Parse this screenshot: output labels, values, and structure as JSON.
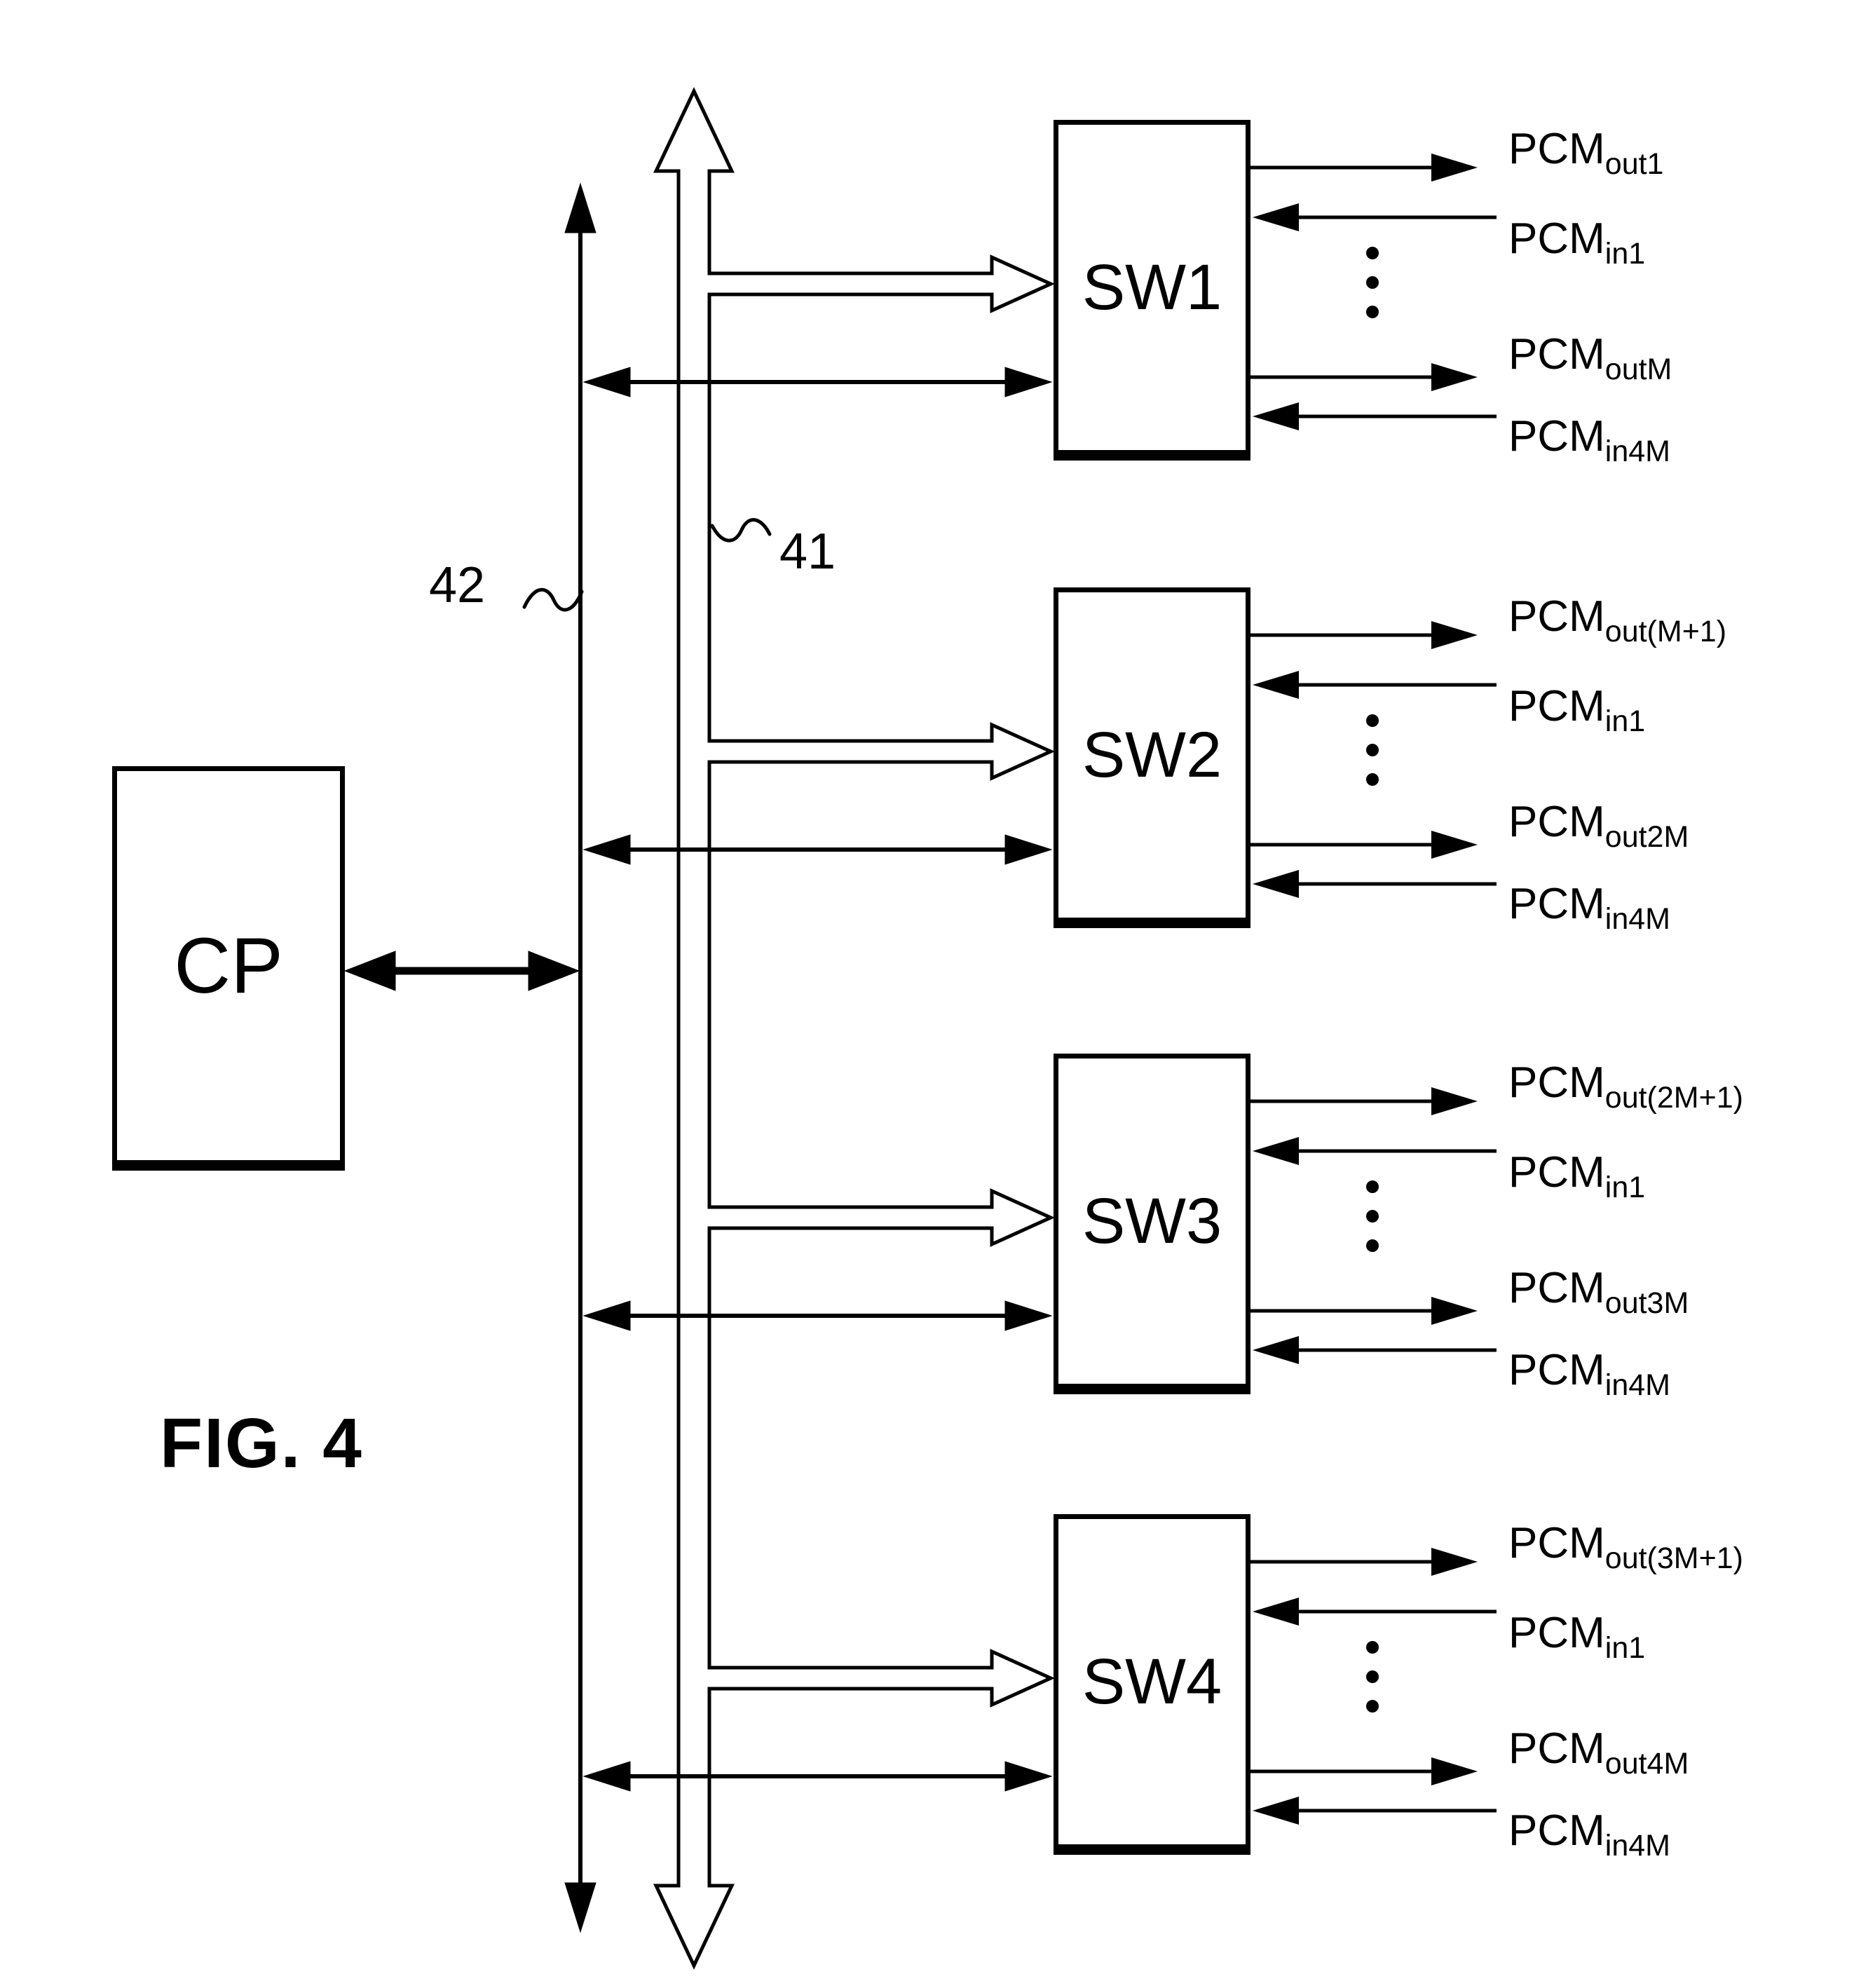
{
  "figure": {
    "caption": "FIG. 4",
    "cp_label": "CP",
    "bus_ref": "41",
    "line_ref": "42"
  },
  "switches": [
    {
      "name": "SW1",
      "ports": [
        {
          "main": "PCM",
          "sub": "out1",
          "direction": "out"
        },
        {
          "main": "PCM",
          "sub": "in1",
          "direction": "in"
        },
        {
          "main": "PCM",
          "sub": "outM",
          "direction": "out"
        },
        {
          "main": "PCM",
          "sub": "in4M",
          "direction": "in"
        }
      ]
    },
    {
      "name": "SW2",
      "ports": [
        {
          "main": "PCM",
          "sub": "out(M+1)",
          "direction": "out"
        },
        {
          "main": "PCM",
          "sub": "in1",
          "direction": "in"
        },
        {
          "main": "PCM",
          "sub": "out2M",
          "direction": "out"
        },
        {
          "main": "PCM",
          "sub": "in4M",
          "direction": "in"
        }
      ]
    },
    {
      "name": "SW3",
      "ports": [
        {
          "main": "PCM",
          "sub": "out(2M+1)",
          "direction": "out"
        },
        {
          "main": "PCM",
          "sub": "in1",
          "direction": "in"
        },
        {
          "main": "PCM",
          "sub": "out3M",
          "direction": "out"
        },
        {
          "main": "PCM",
          "sub": "in4M",
          "direction": "in"
        }
      ]
    },
    {
      "name": "SW4",
      "ports": [
        {
          "main": "PCM",
          "sub": "out(3M+1)",
          "direction": "out"
        },
        {
          "main": "PCM",
          "sub": "in1",
          "direction": "in"
        },
        {
          "main": "PCM",
          "sub": "out4M",
          "direction": "out"
        },
        {
          "main": "PCM",
          "sub": "in4M",
          "direction": "in"
        }
      ]
    }
  ]
}
